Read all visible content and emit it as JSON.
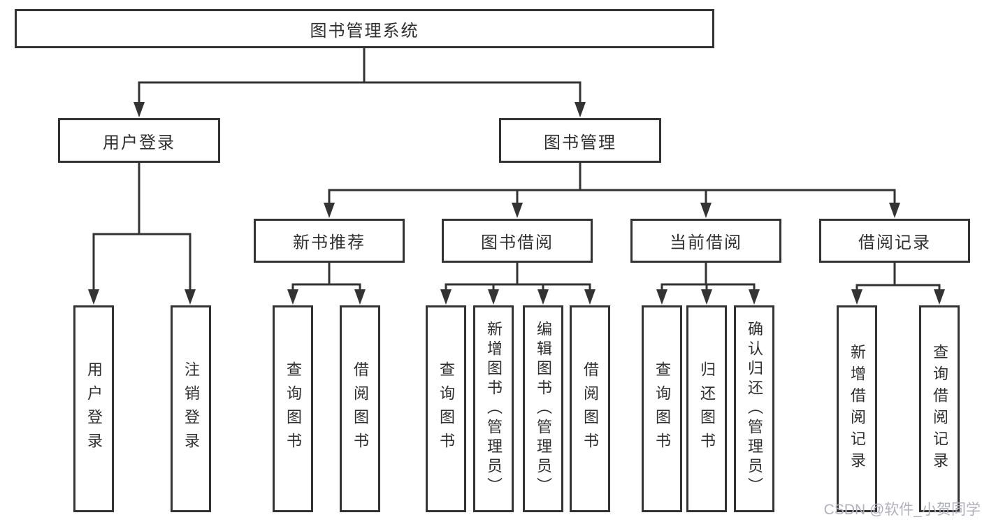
{
  "diagram": {
    "root": {
      "label": "图书管理系统"
    },
    "branches": [
      {
        "label": "用户登录",
        "children": [
          {
            "label": "用户登录"
          },
          {
            "label": "注销登录"
          }
        ]
      },
      {
        "label": "图书管理",
        "children": [
          {
            "label": "新书推荐",
            "children": [
              {
                "label": "查询图书"
              },
              {
                "label": "借阅图书"
              }
            ]
          },
          {
            "label": "图书借阅",
            "children": [
              {
                "label": "查询图书"
              },
              {
                "label": "新增图书（管理员）"
              },
              {
                "label": "编辑图书（管理员）"
              },
              {
                "label": "借阅图书"
              }
            ]
          },
          {
            "label": "当前借阅",
            "children": [
              {
                "label": "查询图书"
              },
              {
                "label": "归还图书"
              },
              {
                "label": "确认归还（管理员）"
              }
            ]
          },
          {
            "label": "借阅记录",
            "children": [
              {
                "label": "新增借阅记录"
              },
              {
                "label": "查询借阅记录"
              }
            ]
          }
        ]
      }
    ]
  },
  "watermark": {
    "text": "CSDN @软件_小贺同学",
    "color": "#b1b1bb"
  },
  "colors": {
    "line": "#333333",
    "text": "#2f2f2f",
    "background": "#ffffff"
  }
}
